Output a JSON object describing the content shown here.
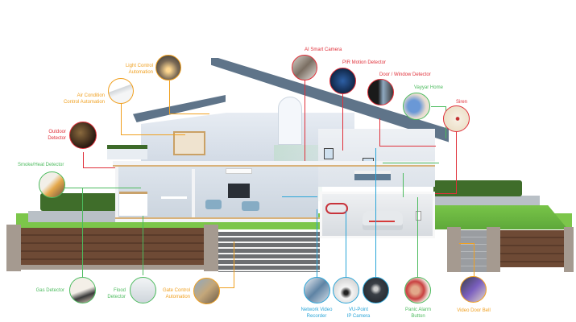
{
  "diagram": {
    "type": "smart-home-cutaway",
    "colors": {
      "automation": "#f0a020",
      "security": "#e0303a",
      "safety": "#4cbb5e",
      "surveillance": "#2aa5d8"
    },
    "labels": {
      "light_control": "Light Control\nAutomation",
      "air_condition": "Air Condition\nControl Automation",
      "outdoor_detector": "Outdoor\nDetector",
      "smoke_heat": "Smoke/Heat Detector",
      "ai_camera": "AI Smart Camera",
      "pir_motion": "PIR Motion Detector",
      "door_window": "Door / Window Detector",
      "vayyar_home": "Vayyar Home",
      "siren": "Siren",
      "gas_detector": "Gas Detector",
      "flood_detector": "Flood\nDetector",
      "gate_control": "Gate Control\nAutomation",
      "nvr": "Network Video\nRecorder",
      "vu_point": "VU-Point\nIP Camera",
      "panic_alarm": "Panic Alarm\nButton",
      "video_door_bell": "Video Door Bell"
    }
  }
}
